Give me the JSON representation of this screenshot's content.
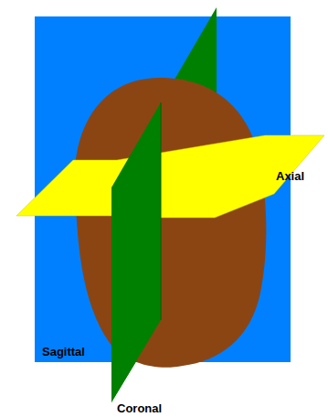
{
  "diagram": {
    "labels": [
      "Axial",
      "Sagittal",
      "Coronal"
    ]
  }
}
